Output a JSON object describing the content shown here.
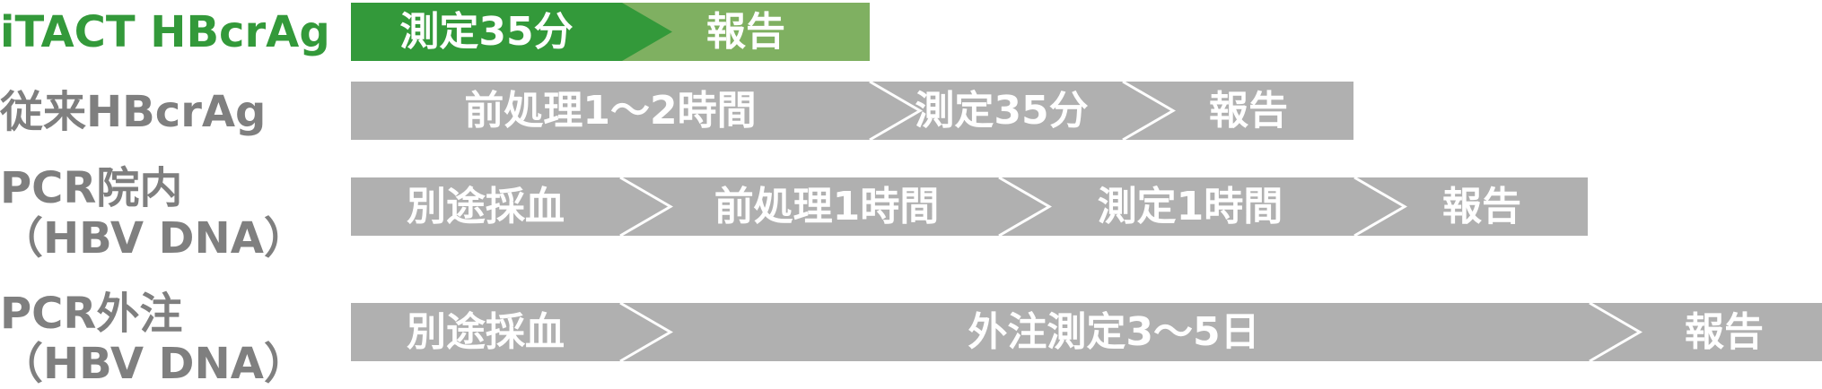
{
  "colors": {
    "green_dark": "#33993a",
    "green_light": "#7fb061",
    "gray_bar": "#b0b0b0",
    "label_gray": "#7f7f7f",
    "white": "#ffffff"
  },
  "rows": [
    {
      "label_lines": [
        "iTACT HBcrAg"
      ],
      "segments": [
        "測定35分",
        "報告"
      ]
    },
    {
      "label_lines": [
        "従来HBcrAg"
      ],
      "segments": [
        "前処理1～2時間",
        "測定35分",
        "報告"
      ]
    },
    {
      "label_lines": [
        "PCR院内",
        "（HBV DNA）"
      ],
      "segments": [
        "別途採血",
        "前処理1時間",
        "測定1時間",
        "報告"
      ]
    },
    {
      "label_lines": [
        "PCR外注",
        "（HBV DNA）"
      ],
      "segments": [
        "別途採血",
        "外注測定3～5日",
        "報告"
      ]
    }
  ]
}
